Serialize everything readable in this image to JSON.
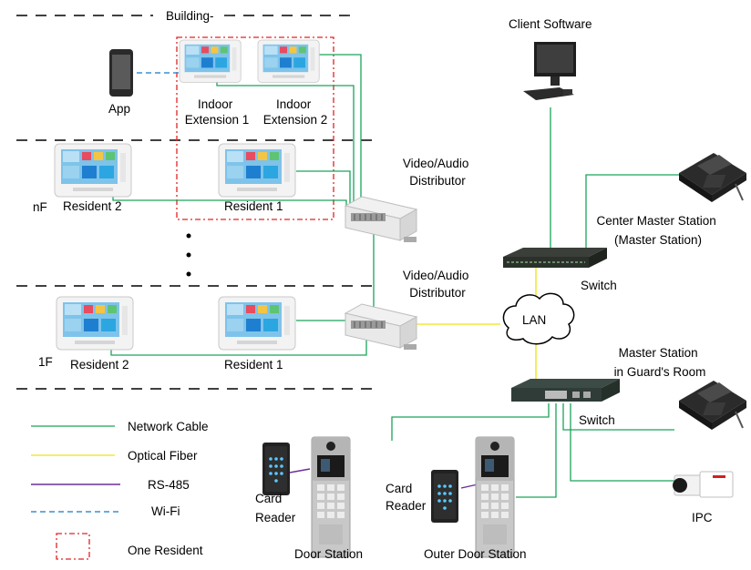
{
  "building_label": "Building-",
  "floors": {
    "nf_label": "nF",
    "first_label": "1F"
  },
  "devices": {
    "app": "App",
    "client_software": "Client Software",
    "indoor_extension_1": [
      "Indoor",
      "Extension 1"
    ],
    "indoor_extension_2": [
      "Indoor",
      "Extension 2"
    ],
    "nf_resident_1": "Resident 1",
    "nf_resident_2": "Resident 2",
    "f1_resident_1": "Resident 1",
    "f1_resident_2": "Resident 2",
    "distributor_top": [
      "Video/Audio",
      "Distributor"
    ],
    "distributor_bottom": [
      "Video/Audio",
      "Distributor"
    ],
    "center_master": [
      "Center Master Station",
      "(Master Station)"
    ],
    "switch_top": "Switch",
    "lan": "LAN",
    "master_guard": [
      "Master Station",
      "in Guard's Room"
    ],
    "switch_bottom": "Switch",
    "card_reader_left": [
      "Card",
      "Reader"
    ],
    "card_reader_right": [
      "Card",
      "Reader"
    ],
    "door_station": "Door Station",
    "outer_door_station": "Outer Door Station",
    "ipc": "IPC"
  },
  "legend": {
    "network_cable": "Network Cable",
    "optical_fiber": "Optical Fiber",
    "rs485": "RS-485",
    "wifi": "Wi-Fi",
    "one_resident": "One Resident"
  },
  "colors": {
    "network_cable": "#1aa55a",
    "optical_fiber": "#f2e83a",
    "rs485": "#6a2f9a",
    "wifi": "#3b8fd0",
    "one_resident": "#e02424"
  },
  "icons": {
    "indoor_monitor": "indoor-monitor-icon",
    "distributor": "distributor-icon",
    "switch": "network-switch-icon",
    "master_station": "master-station-icon",
    "door_station": "door-station-icon",
    "card_reader": "card-reader-icon",
    "camera": "ipc-camera-icon",
    "computer": "computer-icon",
    "phone": "smartphone-icon",
    "cloud": "lan-cloud-icon"
  }
}
